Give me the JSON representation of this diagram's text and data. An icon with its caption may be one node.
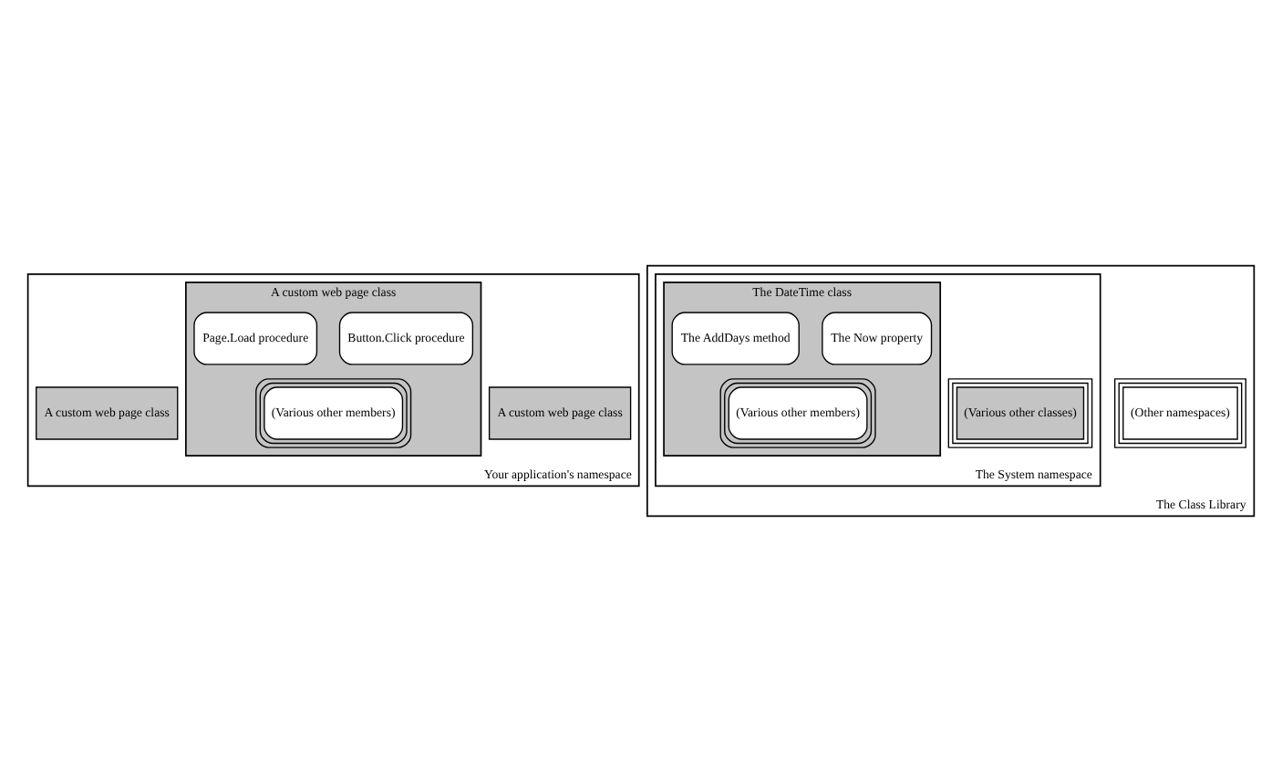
{
  "diagram": {
    "nodes": [
      {
        "text": [
          "Your application's namespace"
        ]
      },
      {
        "text": [
          "A custom web page class"
        ],
        "in": 0
      },
      {
        "text": [
          "Button.Click procedure"
        ],
        "in": 1
      },
      {
        "text": [
          "Page.Load procedure"
        ],
        "in": 1
      },
      {
        "text": [
          "(Various other members)"
        ],
        "in": 1
      },
      {
        "text": [
          "A custom web page class"
        ],
        "in": 0
      },
      {
        "text": [
          "A custom web page class"
        ],
        "in": 0
      },
      {
        "text": [
          "The Class Library"
        ]
      },
      {
        "text": [
          "The System namespace"
        ],
        "in": 7
      },
      {
        "text": [
          "The DateTime class"
        ],
        "in": 8
      },
      {
        "text": [
          "The Now property"
        ],
        "in": 9
      },
      {
        "text": [
          "The AddDays method"
        ],
        "in": 9
      },
      {
        "text": [
          "(Various other members)"
        ],
        "in": 9
      },
      {
        "text": [
          "(Various other classes)"
        ],
        "in": 8
      },
      {
        "text": [
          "(Other namespaces)"
        ],
        "in": 7
      }
    ]
  }
}
